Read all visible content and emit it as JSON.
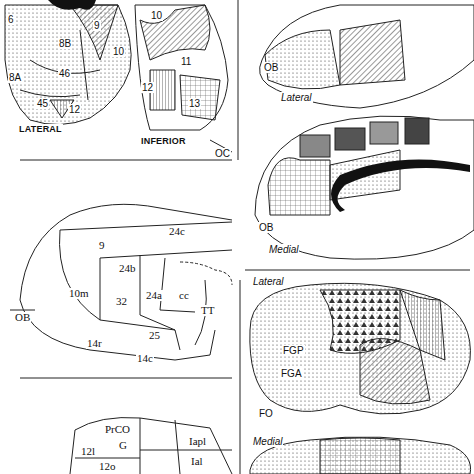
{
  "diagram": {
    "labels": [
      "6",
      "8B",
      "9",
      "10",
      "8A",
      "46",
      "45",
      "12",
      "LATERAL",
      "10",
      "11",
      "12",
      "13",
      "INFERIOR",
      "OC",
      "OB",
      "Lateral",
      "OB",
      "Medial",
      "9",
      "24c",
      "24b",
      "10m",
      "32",
      "24a",
      "cc",
      "TT",
      "OB",
      "25",
      "14r",
      "14c",
      "Lateral",
      "FGP",
      "FGA",
      "FO",
      "Medial",
      "PrCO",
      "G",
      "Iapl",
      "12l",
      "Ial",
      "12o"
    ]
  }
}
